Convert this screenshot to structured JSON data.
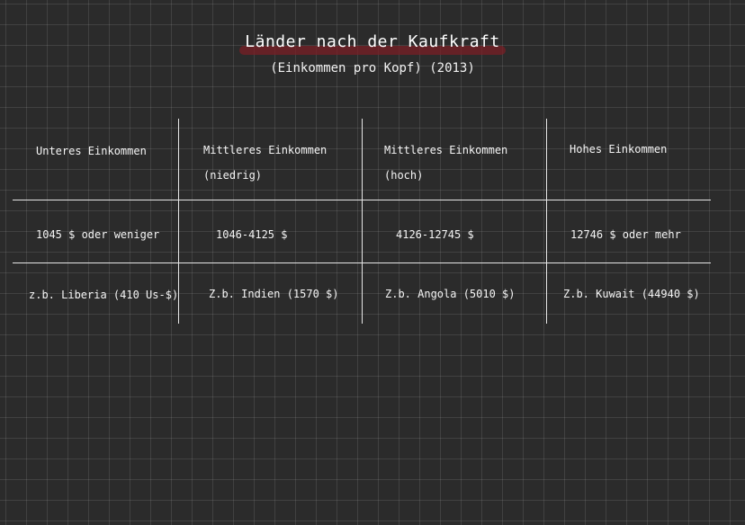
{
  "title": "Länder nach der Kaufkraft",
  "subtitle": "(Einkommen pro Kopf) (2013)",
  "colors": {
    "background": "#2b2b2b",
    "title_highlight": "#7a1f26",
    "text": "#f5f5f5"
  },
  "table": {
    "headers": [
      {
        "line1": "Unteres Einkommen",
        "line2": ""
      },
      {
        "line1": "Mittleres Einkommen",
        "line2": "(niedrig)"
      },
      {
        "line1": "Mittleres Einkommen",
        "line2": "(hoch)"
      },
      {
        "line1": "Hohes Einkommen",
        "line2": ""
      }
    ],
    "ranges": [
      "1045 $ oder weniger",
      "1046-4125 $",
      "4126-12745 $",
      "12746 $ oder mehr"
    ],
    "examples": [
      "z.b. Liberia (410 Us-$)",
      "Z.b. Indien (1570 $)",
      "Z.b. Angola (5010 $)",
      "Z.b. Kuwait (44940 $)"
    ]
  }
}
